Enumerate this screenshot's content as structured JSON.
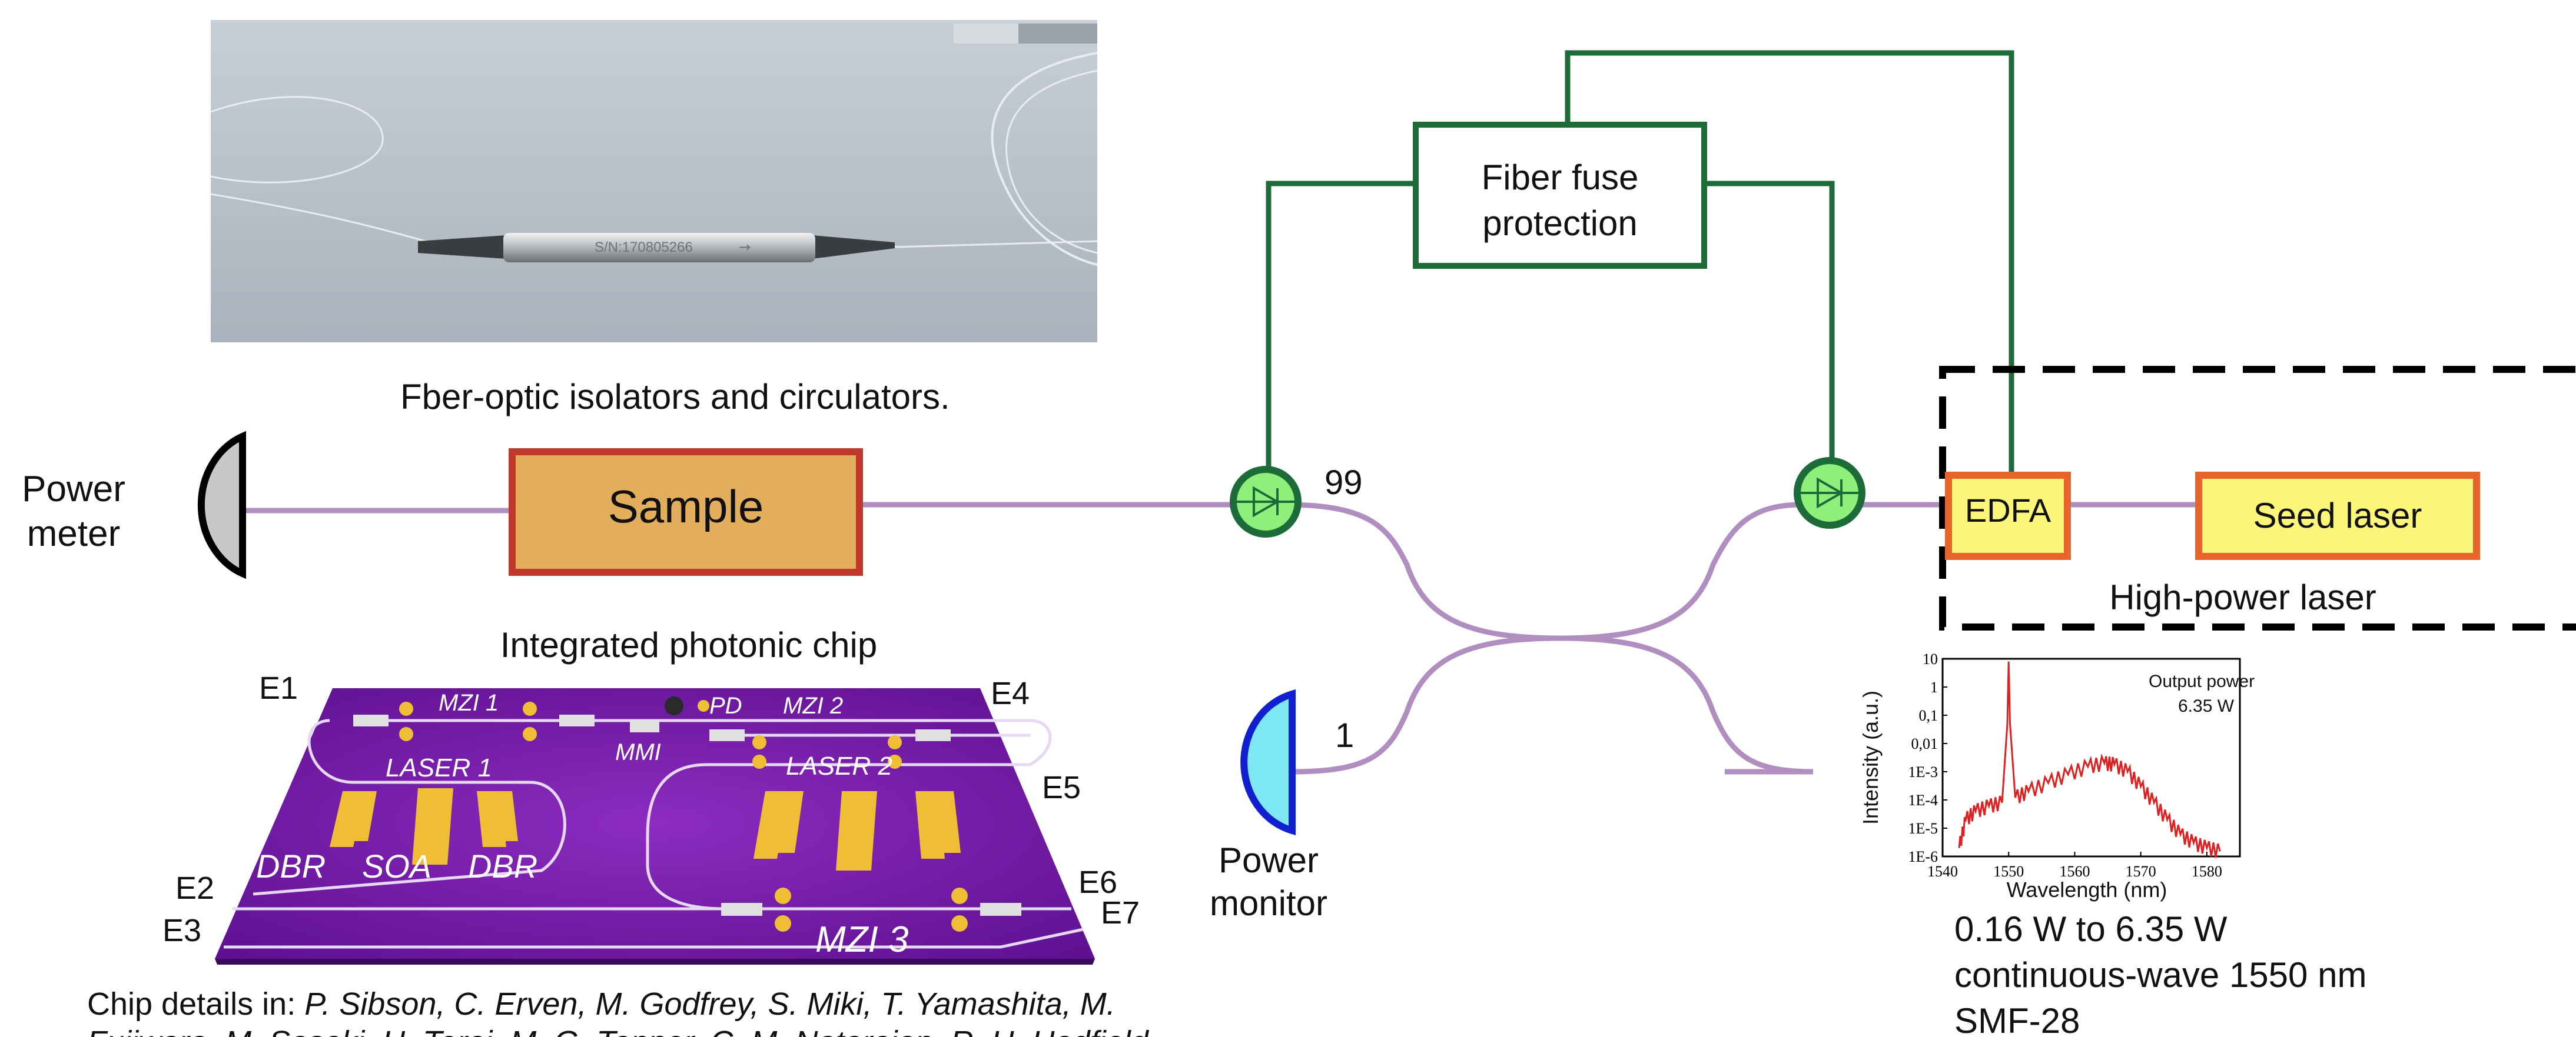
{
  "isolator_photo": {
    "serial_text": "S/N:170805266",
    "caption": "Fber-optic isolators and circulators."
  },
  "sample": {
    "label": "Sample"
  },
  "power_meter": {
    "line1": "Power",
    "line2": "meter"
  },
  "power_monitor": {
    "line1": "Power",
    "line2": "monitor"
  },
  "fiber_fuse": {
    "line1": "Fiber fuse",
    "line2": "protection"
  },
  "coupler": {
    "port_99": "99",
    "port_1": "1"
  },
  "edfa": {
    "label": "EDFA"
  },
  "seed_laser": {
    "label": "Seed laser"
  },
  "high_power_laser": {
    "label": "High-power laser"
  },
  "chip": {
    "title": "Integrated photonic chip",
    "ports": [
      "E1",
      "E2",
      "E3",
      "E4",
      "E5",
      "E6",
      "E7"
    ],
    "components": {
      "mzi1": "MZI 1",
      "mzi2": "MZI 2",
      "mzi3": "MZI 3",
      "pd": "PD",
      "mmi": "MMI",
      "laser1": "LASER 1",
      "laser2": "LASER 2",
      "dbr_left": "DBR",
      "soa": "SOA",
      "dbr_right": "DBR"
    },
    "details_prefix": "Chip details in: ",
    "details_line1": "P. Sibson, C. Erven, M. Godfrey, S. Miki, T. Yamashita, M.",
    "details_line2": "Fujiwara, M. Sasaki, H. Terai, M. G. Tanner, C. M. Natarajan, R. H. Hadfield,"
  },
  "spectrum_chart": {
    "output_label": "Output power",
    "output_value": "6.35 W"
  },
  "laser_spec": {
    "line1": "0.16 W to 6.35 W",
    "line2": "continuous-wave 1550 nm",
    "line3": "SMF-28"
  },
  "colors": {
    "fiber": "#b08fc0",
    "protection": "#1e6b3a",
    "sample_fill": "#e2ae5e",
    "sample_border": "#c0392b",
    "laser_fill": "#fbf57a",
    "laser_border": "#e8642a",
    "chip_purple": "#7a1fa6",
    "monitor_fill": "#7de8f4",
    "monitor_border": "#1020d0",
    "meter_fill": "#c8c8c8",
    "circulator_fill": "#8ef07a",
    "spectrum": "#e02020"
  },
  "chart_data": {
    "type": "line",
    "xlabel": "Wavelength (nm)",
    "ylabel": "Intensity (a.u.)",
    "log_y": true,
    "xlim": [
      1540,
      1585
    ],
    "ylim": [
      1e-06,
      10
    ],
    "x_ticks": [
      "1540",
      "1550",
      "1560",
      "1570",
      "1580"
    ],
    "x_tick_values": [
      1540,
      1550,
      1560,
      1570,
      1580
    ],
    "y_ticks": [
      "1E-6",
      "1E-5",
      "1E-4",
      "1E-3",
      "0,01",
      "0,1",
      "1",
      "10"
    ],
    "y_tick_values": [
      1e-06,
      1e-05,
      0.0001,
      0.001,
      0.01,
      0.1,
      1,
      10
    ],
    "series": [
      {
        "x": [
          1542.5,
          1543.5,
          1545,
          1547,
          1549,
          1549.8,
          1550.0,
          1550.2,
          1551,
          1553,
          1556,
          1559,
          1562,
          1564.5,
          1566,
          1568,
          1570,
          1572,
          1574,
          1576,
          1578,
          1580,
          1582
        ],
        "y": [
          2e-06,
          2e-05,
          4e-05,
          6e-05,
          8e-05,
          0.05,
          8,
          0.05,
          0.00012,
          0.0002,
          0.0004,
          0.0008,
          0.0015,
          0.002,
          0.0018,
          0.001,
          0.0003,
          8e-05,
          2e-05,
          6e-06,
          3e-06,
          2e-06,
          1.5e-06
        ]
      }
    ]
  }
}
